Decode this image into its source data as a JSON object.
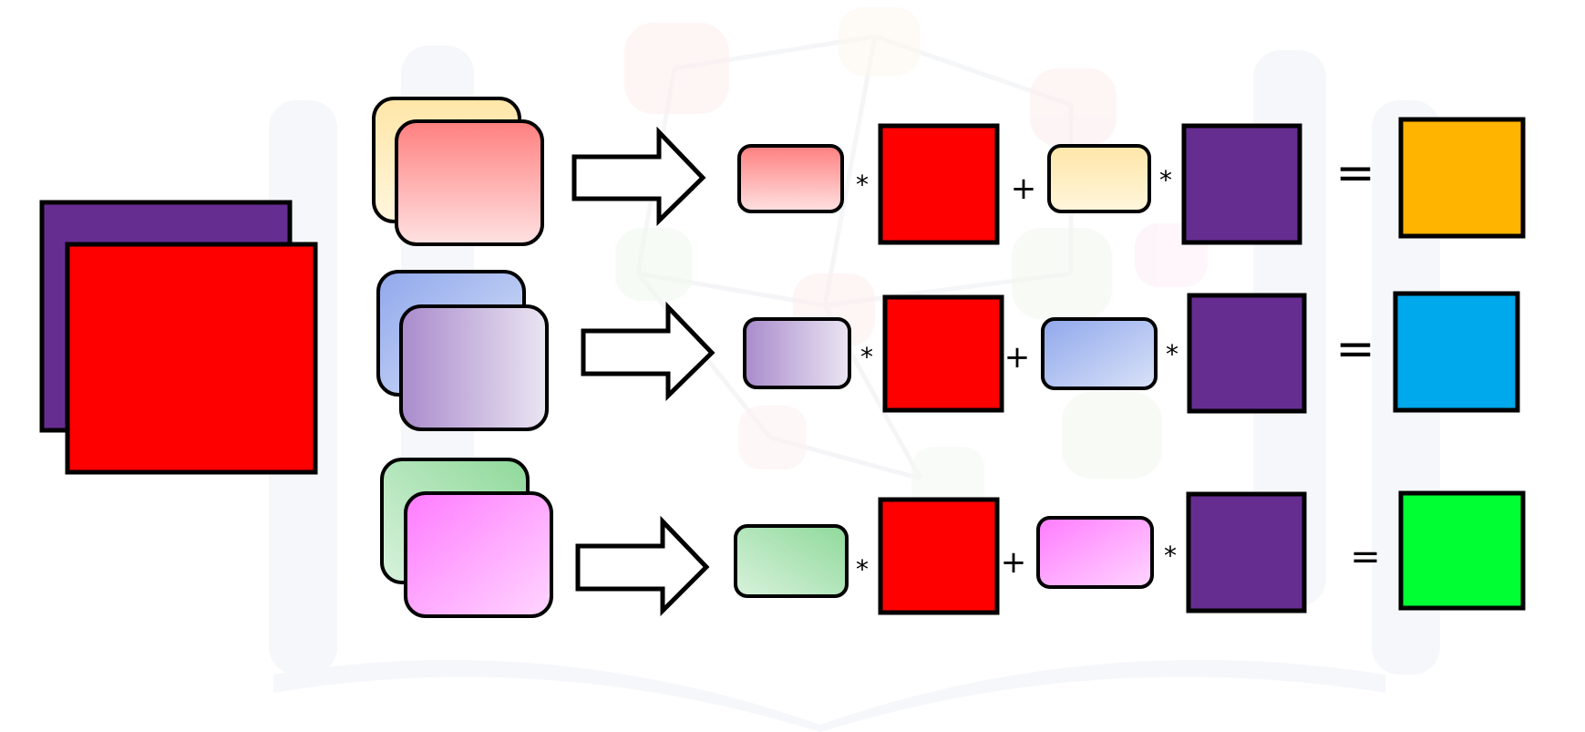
{
  "colors": {
    "background": "#ffffff",
    "watermark": "#eef1f8",
    "input_back": "#662d91",
    "input_front": "#ff0000",
    "stroke": "#000000"
  },
  "operators": {
    "multiply": "*",
    "plus": "+",
    "equals": "="
  },
  "rows": [
    {
      "kernel_back": {
        "from": "#ffe6a8",
        "to": "#fff6dc",
        "dir": "vertical"
      },
      "kernel_front": {
        "from": "#ff7f7f",
        "to": "#ffe2e2",
        "dir": "vertical"
      },
      "output": "#ffb400"
    },
    {
      "kernel_back": {
        "from": "#90a8ec",
        "to": "#d9e2f8",
        "dir": "diagonal"
      },
      "kernel_front": {
        "from": "#a98bcc",
        "to": "#ebe5f2",
        "dir": "horizontal"
      },
      "output": "#00a8ec"
    },
    {
      "kernel_back": {
        "from": "#8fd99a",
        "to": "#d8f2dc",
        "dir": "diagonal-rev"
      },
      "kernel_front": {
        "from": "#ff7bff",
        "to": "#ffd6ff",
        "dir": "diagonal"
      },
      "output": "#00ff33"
    }
  ]
}
